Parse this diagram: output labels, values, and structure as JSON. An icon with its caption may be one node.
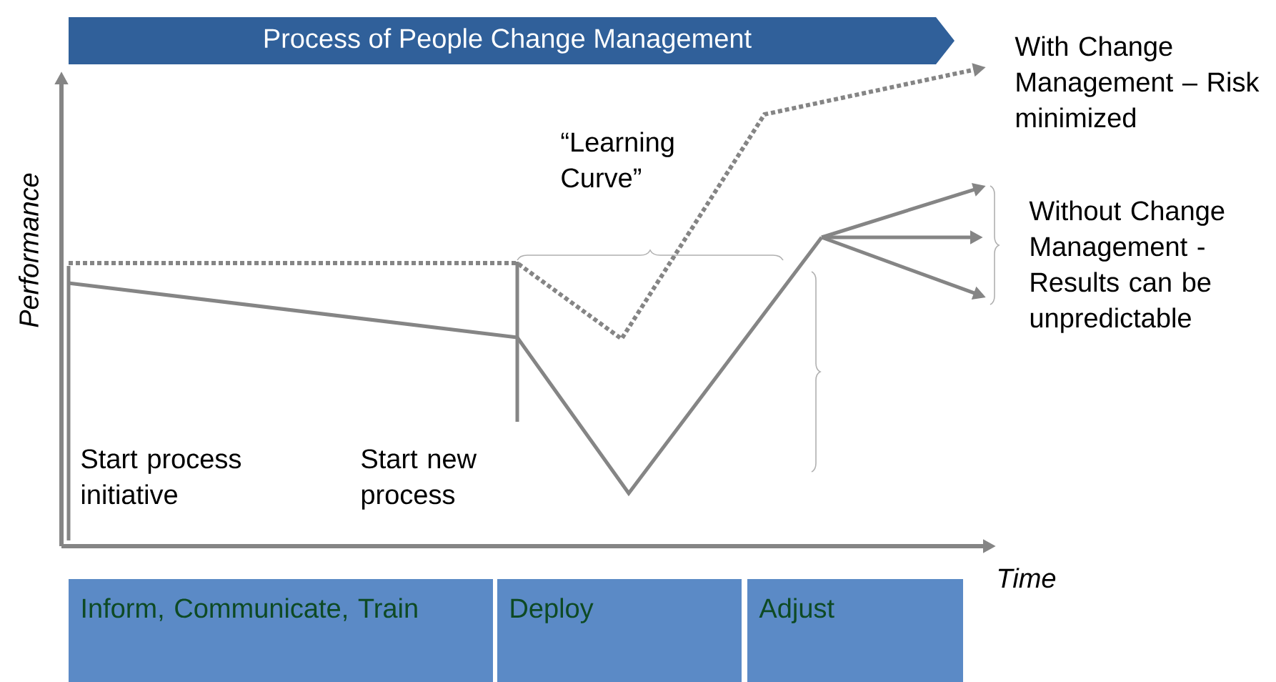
{
  "diagram": {
    "nodes": [
      {
        "text": [
          "Process of People Change Management"
        ]
      },
      {
        "text": [
          "Inform, Communicate, Train"
        ]
      },
      {
        "text": [
          "Deploy"
        ]
      },
      {
        "text": [
          "Adjust"
        ]
      }
    ],
    "labels": [
      "Performance",
      "“Learning Curve”",
      "With Change Management – Risk minimized",
      "Without Change Management - Results can be unpredictable",
      "Start process initiative",
      "Start new process",
      "Time"
    ]
  }
}
